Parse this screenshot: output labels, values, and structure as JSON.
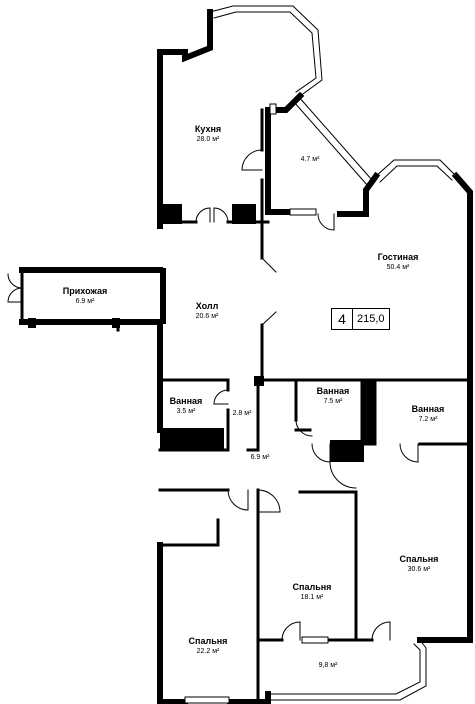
{
  "rooms": [
    {
      "name": "Кухня",
      "area": "28.0 м²"
    },
    {
      "name": "",
      "area": "4.7 м²"
    },
    {
      "name": "Гостиная",
      "area": "50.4 м²"
    },
    {
      "name": "Прихожая",
      "area": "6.9 м²"
    },
    {
      "name": "Холл",
      "area": "20.6 м²"
    },
    {
      "name": "Ванная",
      "area": "3.5 м²"
    },
    {
      "name": "",
      "area": "2.8 м²"
    },
    {
      "name": "Ванная",
      "area": "7.5 м²"
    },
    {
      "name": "Ванная",
      "area": "7.2 м²"
    },
    {
      "name": "",
      "area": "6.9 м²"
    },
    {
      "name": "Спальня",
      "area": "30.6 м²"
    },
    {
      "name": "Спальня",
      "area": "18.1 м²"
    },
    {
      "name": "Спальня",
      "area": "22.2 м²"
    },
    {
      "name": "",
      "area": "9,8 м²"
    }
  ],
  "apartment": {
    "number": "4",
    "total_area": "215,0"
  }
}
